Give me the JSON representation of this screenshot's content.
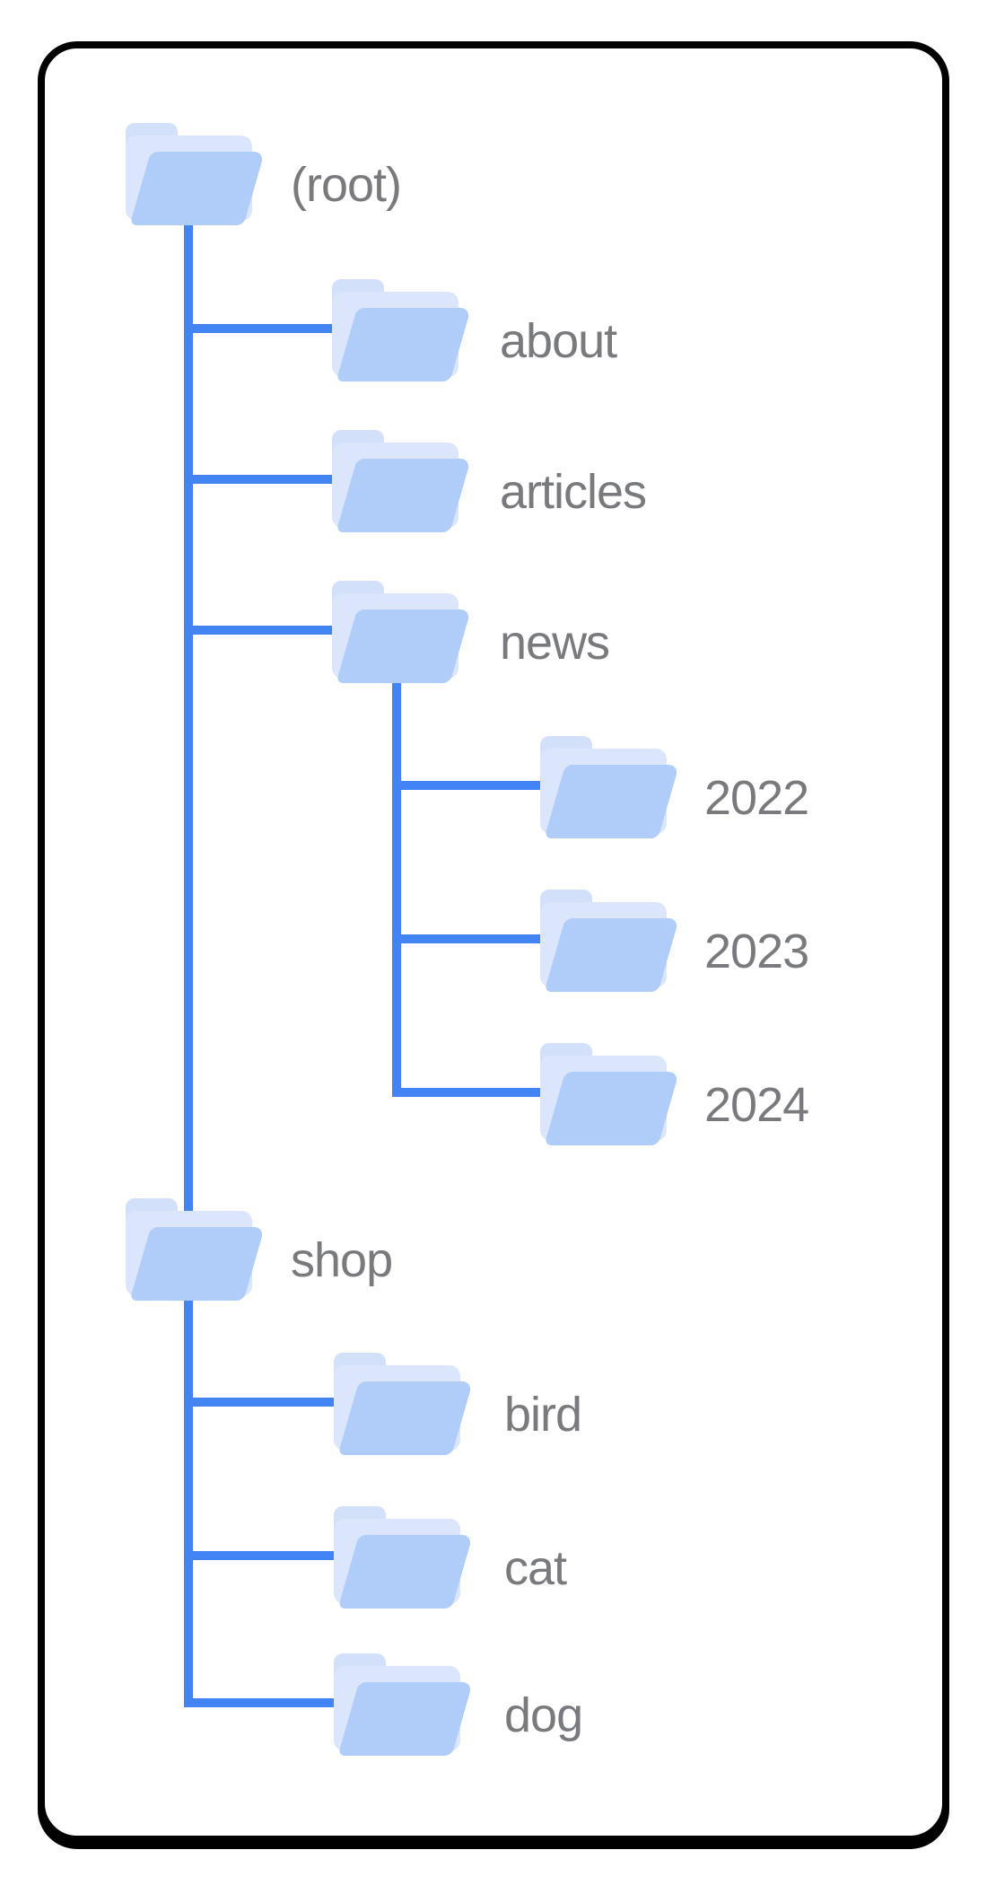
{
  "figure": {
    "type": "folder-tree-diagram"
  },
  "tree": {
    "root": "(root)",
    "children": [
      {
        "label": "about"
      },
      {
        "label": "articles"
      },
      {
        "label": "news",
        "children": [
          {
            "label": "2022"
          },
          {
            "label": "2023"
          },
          {
            "label": "2024"
          }
        ]
      },
      {
        "label": "shop",
        "children": [
          {
            "label": "bird"
          },
          {
            "label": "cat"
          },
          {
            "label": "dog"
          }
        ]
      }
    ]
  },
  "nodes": [
    {
      "id": "root",
      "label": "(root)"
    },
    {
      "id": "about",
      "label": "about"
    },
    {
      "id": "articles",
      "label": "articles"
    },
    {
      "id": "news",
      "label": "news"
    },
    {
      "id": "y2022",
      "label": "2022"
    },
    {
      "id": "y2023",
      "label": "2023"
    },
    {
      "id": "y2024",
      "label": "2024"
    },
    {
      "id": "shop",
      "label": "shop"
    },
    {
      "id": "bird",
      "label": "bird"
    },
    {
      "id": "cat",
      "label": "cat"
    },
    {
      "id": "dog",
      "label": "dog"
    }
  ],
  "colors": {
    "connector": "#4284f4",
    "folder-front": "#b0ccf9",
    "folder-sheet": "#dbe6fc",
    "folder-tab": "#d3e0fa",
    "label-text": "#797a7d",
    "card-border": "#000000",
    "card-bg": "#ffffff"
  }
}
